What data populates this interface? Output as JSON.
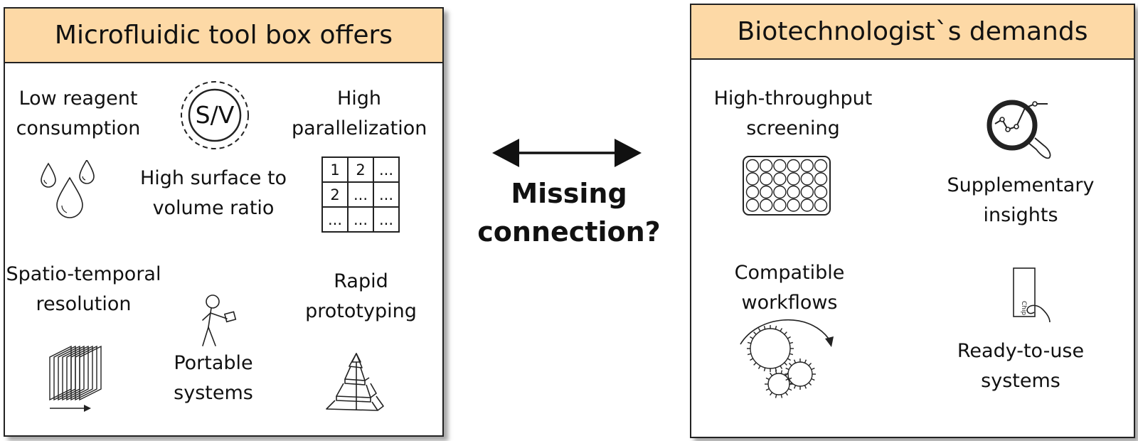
{
  "left_panel": {
    "title": "Microfluidic tool box offers",
    "items": [
      {
        "label_lines": [
          "Low reagent",
          "consumption"
        ],
        "icon": "droplets-icon"
      },
      {
        "label_lines": [
          "High surface to",
          "volume ratio"
        ],
        "icon": "sv-ratio-icon",
        "icon_text": "S/V"
      },
      {
        "label_lines": [
          "High",
          "parallelization"
        ],
        "icon": "grid-icon",
        "grid": [
          "1",
          "2",
          "...",
          "2",
          "...",
          "...",
          "...",
          "...",
          "..."
        ]
      },
      {
        "label_lines": [
          "Spatio-temporal",
          "resolution"
        ],
        "icon": "time-stack-icon"
      },
      {
        "label_lines": [
          "Portable",
          "systems"
        ],
        "icon": "person-with-device-icon"
      },
      {
        "label_lines": [
          "Rapid",
          "prototyping"
        ],
        "icon": "pyramid-icon"
      }
    ]
  },
  "center": {
    "line1": "Missing",
    "line2": "connection?",
    "icon": "double-arrow-icon"
  },
  "right_panel": {
    "title": "Biotechnologist`s demands",
    "items": [
      {
        "label_lines": [
          "High-throughput",
          "screening"
        ],
        "icon": "well-plate-icon"
      },
      {
        "label_lines": [
          "Supplementary",
          "insights"
        ],
        "icon": "magnifier-chart-icon"
      },
      {
        "label_lines": [
          "Compatible",
          "workflows"
        ],
        "icon": "gears-cycle-icon"
      },
      {
        "label_lines": [
          "Ready-to-use",
          "systems"
        ],
        "icon": "chip-in-hand-icon",
        "chip_text": "Chip"
      }
    ]
  }
}
